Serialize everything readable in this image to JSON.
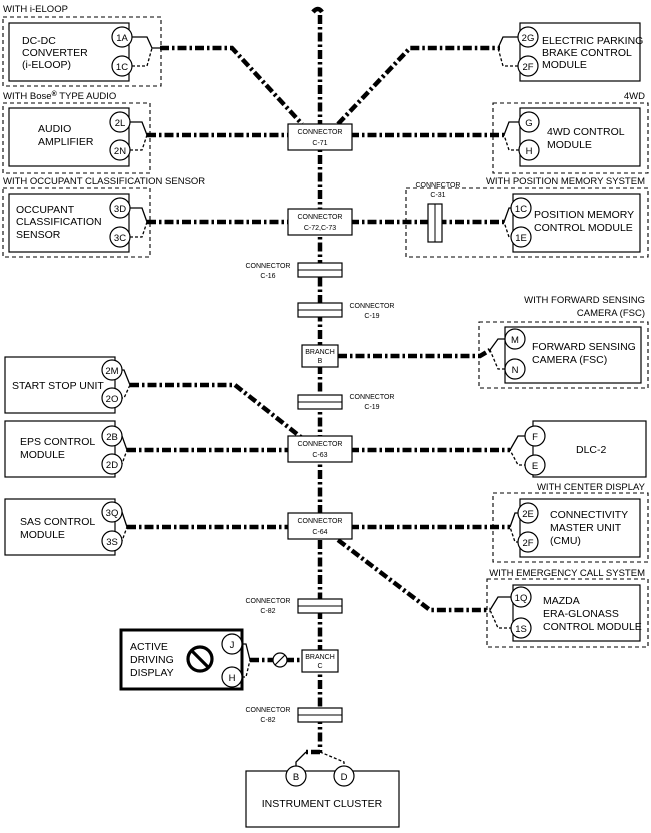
{
  "labels": {
    "with_ieloop": "WITH i-ELOOP",
    "with_bose_pre": "WITH Bose",
    "with_bose_post": " TYPE AUDIO",
    "reg_mark": "®",
    "fourwd": "4WD",
    "with_ocs": "WITH OCCUPANT CLASSIFICATION SENSOR",
    "with_pos_mem": "WITH POSITION MEMORY SYSTEM",
    "with_fsc_1": "WITH FORWARD SENSING",
    "with_fsc_2": "CAMERA (FSC)",
    "with_center_display": "WITH CENTER DISPLAY",
    "with_emergency": "WITH EMERGENCY CALL SYSTEM"
  },
  "modules": {
    "dcdc": [
      "DC-DC",
      "CONVERTER",
      "(i-ELOOP)"
    ],
    "epb": [
      "ELECTRIC PARKING",
      "BRAKE CONTROL",
      "MODULE"
    ],
    "audio": [
      "AUDIO",
      "AMPLIFIER"
    ],
    "fourwd": [
      "4WD CONTROL",
      "MODULE"
    ],
    "ocs": [
      "OCCUPANT",
      "CLASSIFICATION",
      "SENSOR"
    ],
    "pos_mem": [
      "POSITION MEMORY",
      "CONTROL MODULE"
    ],
    "fsc": [
      "FORWARD SENSING",
      "CAMERA (FSC)"
    ],
    "start_stop": [
      "START STOP UNIT"
    ],
    "eps": [
      "EPS CONTROL",
      "MODULE"
    ],
    "dlc": [
      "DLC-2"
    ],
    "sas": [
      "SAS CONTROL",
      "MODULE"
    ],
    "cmu": [
      "CONNECTIVITY",
      "MASTER UNIT",
      "(CMU)"
    ],
    "era": [
      "MAZDA",
      "ERA-GLONASS",
      "CONTROL MODULE"
    ],
    "add": [
      "ACTIVE",
      "DRIVING",
      "DISPLAY"
    ],
    "cluster": [
      "INSTRUMENT CLUSTER"
    ]
  },
  "pins": {
    "dcdc": [
      "1A",
      "1C"
    ],
    "epb": [
      "2G",
      "2F"
    ],
    "audio": [
      "2L",
      "2N"
    ],
    "fourwd": [
      "G",
      "H"
    ],
    "ocs": [
      "3D",
      "3C"
    ],
    "pos_mem": [
      "1C",
      "1E"
    ],
    "fsc": [
      "M",
      "N"
    ],
    "start_stop": [
      "2M",
      "2O"
    ],
    "eps": [
      "2B",
      "2D"
    ],
    "dlc": [
      "F",
      "E"
    ],
    "sas": [
      "3Q",
      "3S"
    ],
    "cmu": [
      "2E",
      "2F"
    ],
    "era": [
      "1Q",
      "1S"
    ],
    "add": [
      "J",
      "H"
    ],
    "cluster": [
      "B",
      "D"
    ]
  },
  "connectors": {
    "c71": [
      "CONNECTOR",
      "C-71"
    ],
    "c72": [
      "CONNECTOR",
      "C-72,C-73"
    ],
    "c31": [
      "CONNECTOR",
      "C-31"
    ],
    "c16": [
      "CONNECTOR",
      "C-16"
    ],
    "c19a": [
      "CONNECTOR",
      "C-19"
    ],
    "branch_b": [
      "BRANCH",
      "B"
    ],
    "c19b": [
      "CONNECTOR",
      "C-19"
    ],
    "c63": [
      "CONNECTOR",
      "C-63"
    ],
    "c64": [
      "CONNECTOR",
      "C-64"
    ],
    "c82a": [
      "CONNECTOR",
      "C-82"
    ],
    "branch_c": [
      "BRANCH",
      "C"
    ],
    "c82b": [
      "CONNECTOR",
      "C-82"
    ]
  }
}
